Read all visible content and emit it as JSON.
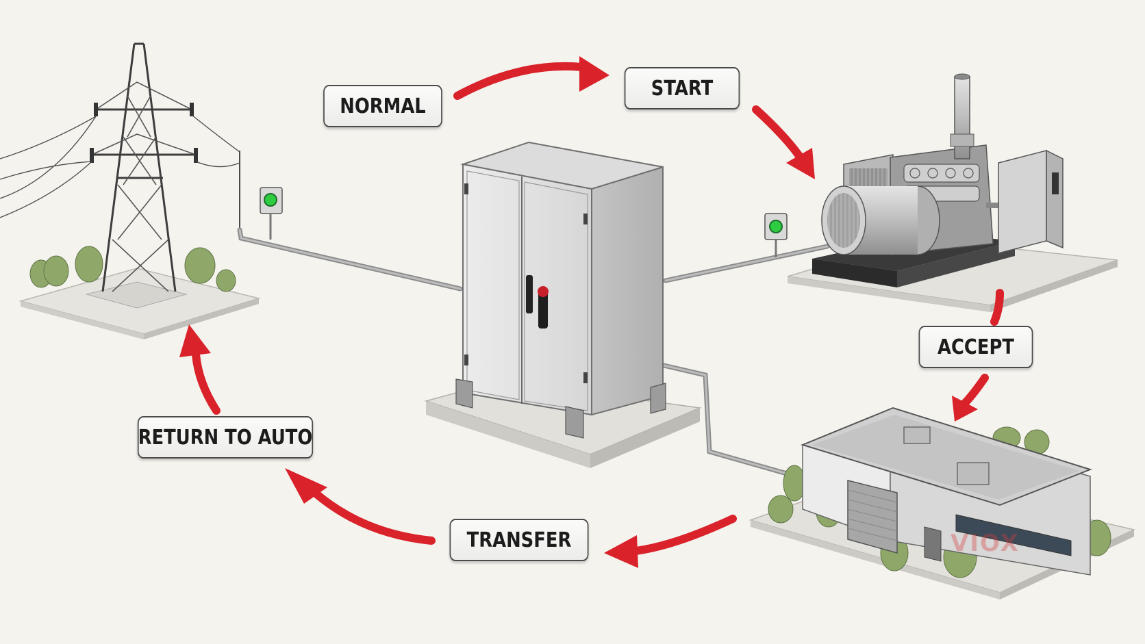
{
  "steps": {
    "normal": "NORMAL",
    "start": "START",
    "accept": "ACCEPT",
    "transfer": "TRANSFER",
    "return_to_auto": "RETURN TO AUTO"
  },
  "watermark": "VIOX",
  "colors": {
    "background": "#f5f3ee",
    "arrow": "#d9222a",
    "indicator": "#2ecc40",
    "equipment": "#c9c9c9"
  },
  "icons": {
    "utility": "transmission-tower-icon",
    "switch": "transfer-switch-cabinet-icon",
    "generator": "generator-set-icon",
    "load": "building-icon"
  }
}
